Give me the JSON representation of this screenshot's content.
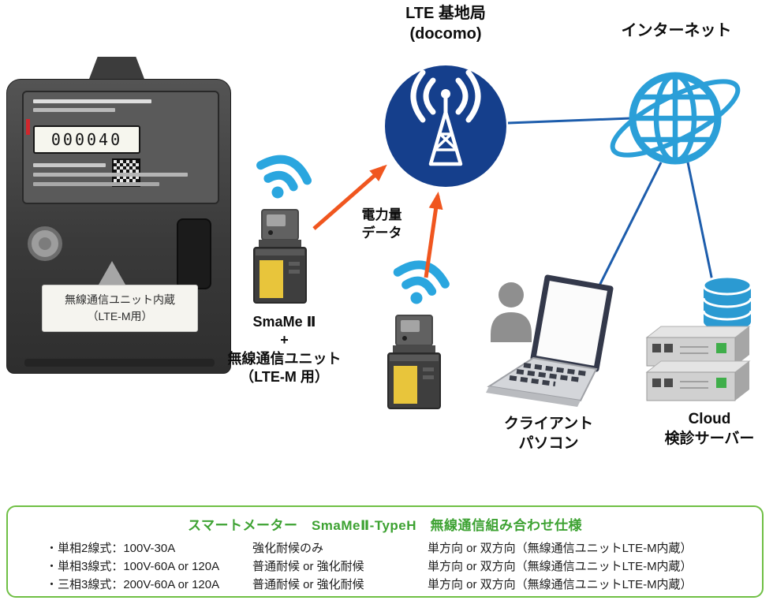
{
  "diagram": {
    "lte_station": {
      "label_line1": "LTE 基地局",
      "label_line2": "(docomo)"
    },
    "internet": {
      "label": "インターネット"
    },
    "power_data": {
      "label_line1": "電力量",
      "label_line2": "データ"
    },
    "meter": {
      "display_value": "000040",
      "callout_line1": "無線通信ユニット内蔵",
      "callout_line2": "（LTE-M用）"
    },
    "smame_unit": {
      "label_line1": "SmaMe Ⅱ",
      "label_line2": "+",
      "label_line3": "無線通信ユニット",
      "label_line4": "（LTE-M 用）"
    },
    "client": {
      "label_line1": "クライアント",
      "label_line2": "パソコン"
    },
    "cloud_server": {
      "label_line1": "Cloud",
      "label_line2": "検診サーバー"
    }
  },
  "spec_box": {
    "title": "スマートメーター　SmaMeⅡ-TypeH　無線通信組み合わせ仕様",
    "rows": [
      {
        "type": "・単相2線式：100V-30A",
        "weather": "強化耐候のみ",
        "direction": "単方向 or 双方向（無線通信ユニットLTE-M内蔵）"
      },
      {
        "type": "・単相3線式：100V-60A or 120A",
        "weather": "普通耐候 or 強化耐候",
        "direction": "単方向 or 双方向（無線通信ユニットLTE-M内蔵）"
      },
      {
        "type": "・三相3線式：200V-60A or 120A",
        "weather": "普通耐候 or 強化耐候",
        "direction": "単方向 or 双方向（無線通信ユニットLTE-M内蔵）"
      }
    ]
  },
  "colors": {
    "navy": "#153f8c",
    "sky": "#2aa6df",
    "orange": "#f0561f",
    "line_blue": "#1d5dac",
    "green": "#3da232"
  }
}
